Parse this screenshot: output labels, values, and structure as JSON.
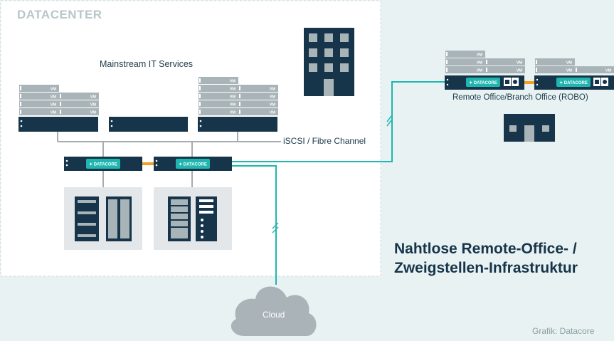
{
  "labels": {
    "datacenter": "DATACENTER",
    "mainstream_it": "Mainstream IT Services",
    "iscsi": "iSCSI / Fibre Channel",
    "robo": "Remote Office/Branch Office (ROBO)",
    "cloud": "Cloud",
    "headline_line1": "Nahtlose Remote-Office- /",
    "headline_line2": "Zweigstellen-Infrastruktur",
    "credit": "Grafik: Datacore"
  },
  "server_text": {
    "vm": "VM",
    "brand": "DATACORE"
  },
  "colors": {
    "background": "#e9f2f2",
    "datacenter_bg": "#ffffff",
    "dark_navy": "#16344a",
    "teal": "#20b6b0",
    "orange": "#f2a120",
    "vm_gray": "#a9b4b8",
    "storage_panel": "#e4e7ea",
    "cloud_gray": "#aab3b8",
    "connector_gray": "#a6adb1"
  }
}
